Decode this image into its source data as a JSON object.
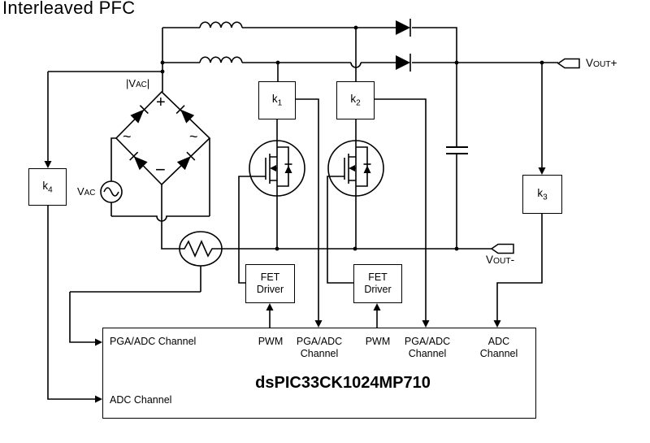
{
  "title": "Interleaved PFC",
  "colors": {
    "line": "#000000",
    "background": "#ffffff",
    "text": "#000000"
  },
  "ac_source": {
    "prefix": "V",
    "sub": "AC"
  },
  "bridge": {
    "rectified_pre": "|V",
    "rectified_sub": "AC",
    "rectified_post": "|",
    "plus": "+",
    "minus": "−",
    "tilde_left": "~",
    "tilde_right": "~"
  },
  "sense_blocks": {
    "k1": {
      "base": "k",
      "sub": "1"
    },
    "k2": {
      "base": "k",
      "sub": "2"
    },
    "k3": {
      "base": "k",
      "sub": "3"
    },
    "k4": {
      "base": "k",
      "sub": "4"
    }
  },
  "drivers": {
    "driver1": {
      "line1": "FET",
      "line2": "Driver"
    },
    "driver2": {
      "line1": "FET",
      "line2": "Driver"
    }
  },
  "outputs": {
    "vout_plus": {
      "prefix": "V",
      "sub": "OUT",
      "sign": "+"
    },
    "vout_minus": {
      "prefix": "V",
      "sub": "OUT",
      "sign": "-"
    }
  },
  "mcu": {
    "name": "dsPIC33CK1024MP710",
    "pins": {
      "pga_adc_left": "PGA/ADC Channel",
      "adc_left": "ADC Channel",
      "pwm1": "PWM",
      "pga_adc1_line1": "PGA/ADC",
      "pga_adc1_line2": "Channel",
      "pwm2": "PWM",
      "pga_adc2_line1": "PGA/ADC",
      "pga_adc2_line2": "Channel",
      "adc_top_line1": "ADC",
      "adc_top_line2": "Channel"
    }
  }
}
